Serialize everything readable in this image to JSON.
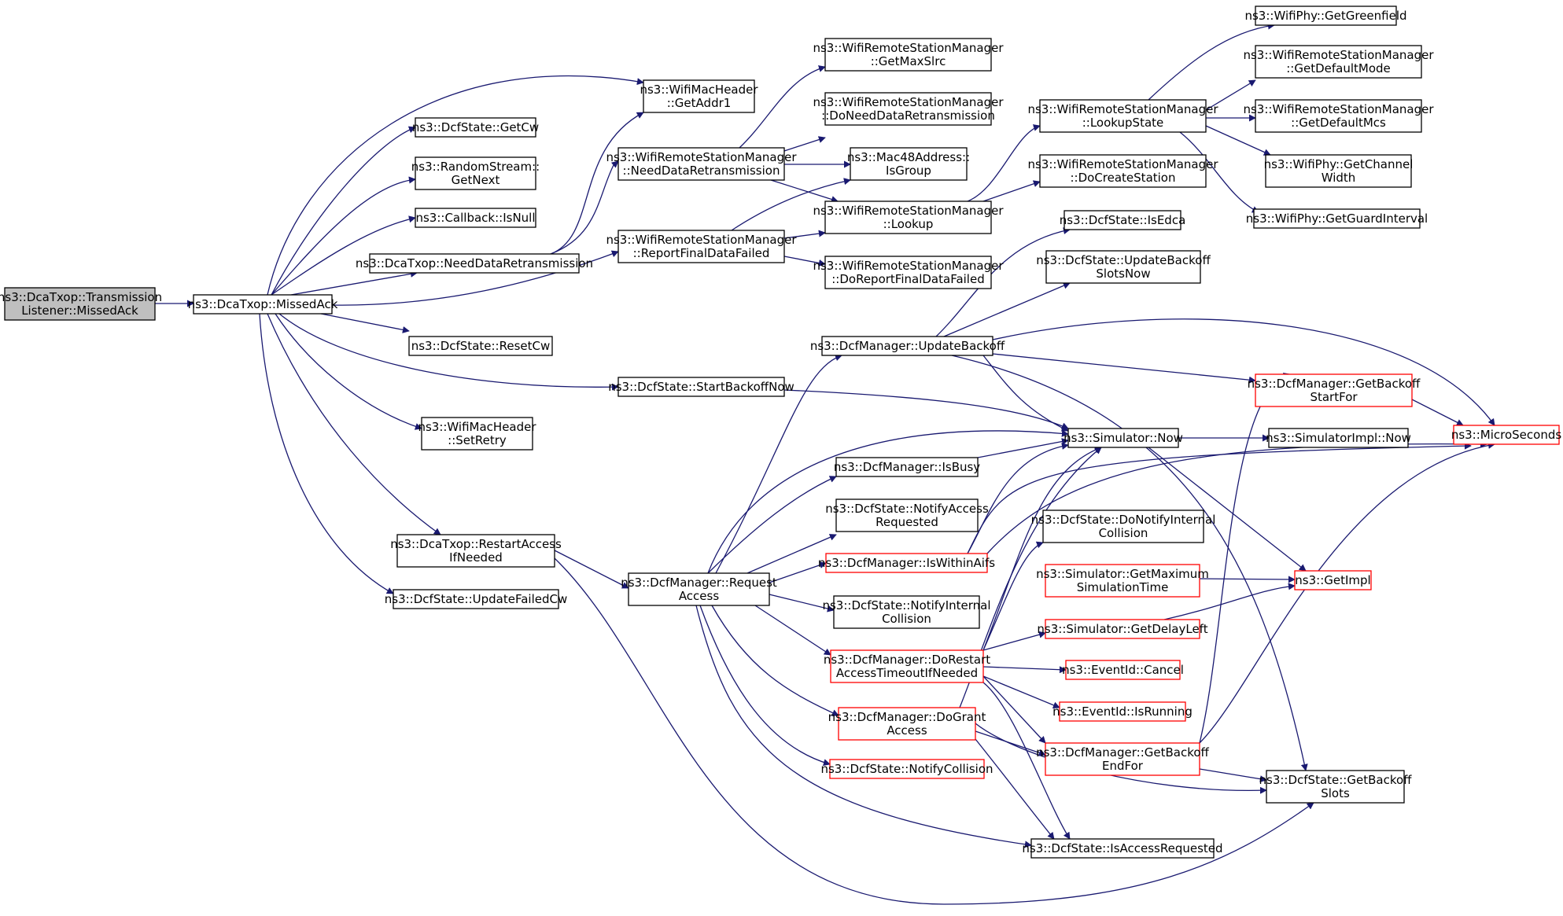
{
  "colors": {
    "edge": "#191970",
    "border_normal": "#000000",
    "border_truncated": "#ff0000",
    "fill_focus": "#bfbfbf",
    "fill_normal": "#ffffff"
  },
  "nodes": [
    {
      "id": "n0",
      "lines": [
        "ns3::DcaTxop::Transmission",
        "Listener::MissedAck"
      ],
      "style": "focus"
    },
    {
      "id": "n1",
      "lines": [
        "ns3::DcaTxop::MissedAck"
      ],
      "style": "normal"
    },
    {
      "id": "n2",
      "lines": [
        "ns3::WifiMacHeader",
        "::GetAddr1"
      ],
      "style": "normal"
    },
    {
      "id": "n3",
      "lines": [
        "ns3::DcfState::GetCw"
      ],
      "style": "normal"
    },
    {
      "id": "n4",
      "lines": [
        "ns3::RandomStream::",
        "GetNext"
      ],
      "style": "normal"
    },
    {
      "id": "n5",
      "lines": [
        "ns3::Callback::IsNull"
      ],
      "style": "normal"
    },
    {
      "id": "n6",
      "lines": [
        "ns3::DcaTxop::NeedDataRetransmission"
      ],
      "style": "normal"
    },
    {
      "id": "n7",
      "lines": [
        "ns3::DcfState::ResetCw"
      ],
      "style": "normal"
    },
    {
      "id": "n8",
      "lines": [
        "ns3::WifiMacHeader",
        "::SetRetry"
      ],
      "style": "normal"
    },
    {
      "id": "n9",
      "lines": [
        "ns3::DcaTxop::RestartAccess",
        "IfNeeded"
      ],
      "style": "normal"
    },
    {
      "id": "n10",
      "lines": [
        "ns3::DcfState::UpdateFailedCw"
      ],
      "style": "normal"
    },
    {
      "id": "n11",
      "lines": [
        "ns3::WifiRemoteStationManager",
        "::NeedDataRetransmission"
      ],
      "style": "normal"
    },
    {
      "id": "n12",
      "lines": [
        "ns3::WifiRemoteStationManager",
        "::ReportFinalDataFailed"
      ],
      "style": "normal"
    },
    {
      "id": "n13",
      "lines": [
        "ns3::DcfState::StartBackoffNow"
      ],
      "style": "normal"
    },
    {
      "id": "n14",
      "lines": [
        "ns3::WifiRemoteStationManager",
        "::GetMaxSlrc"
      ],
      "style": "normal"
    },
    {
      "id": "n15",
      "lines": [
        "ns3::WifiRemoteStationManager",
        "::DoNeedDataRetransmission"
      ],
      "style": "normal"
    },
    {
      "id": "n16",
      "lines": [
        "ns3::Mac48Address::",
        "IsGroup"
      ],
      "style": "normal"
    },
    {
      "id": "n17",
      "lines": [
        "ns3::WifiRemoteStationManager",
        "::Lookup"
      ],
      "style": "normal"
    },
    {
      "id": "n18",
      "lines": [
        "ns3::WifiRemoteStationManager",
        "::DoReportFinalDataFailed"
      ],
      "style": "normal"
    },
    {
      "id": "n19",
      "lines": [
        "ns3::WifiRemoteStationManager",
        "::LookupState"
      ],
      "style": "normal"
    },
    {
      "id": "n20",
      "lines": [
        "ns3::WifiRemoteStationManager",
        "::DoCreateStation"
      ],
      "style": "normal"
    },
    {
      "id": "n21",
      "lines": [
        "ns3::WifiPhy::GetGreenfield"
      ],
      "style": "normal"
    },
    {
      "id": "n22",
      "lines": [
        "ns3::WifiRemoteStationManager",
        "::GetDefaultMode"
      ],
      "style": "normal"
    },
    {
      "id": "n23",
      "lines": [
        "ns3::WifiRemoteStationManager",
        "::GetDefaultMcs"
      ],
      "style": "normal"
    },
    {
      "id": "n24",
      "lines": [
        "ns3::WifiPhy::GetChannel",
        "Width"
      ],
      "style": "normal"
    },
    {
      "id": "n25",
      "lines": [
        "ns3::WifiPhy::GetGuardInterval"
      ],
      "style": "normal"
    },
    {
      "id": "n26",
      "lines": [
        "ns3::DcfState::IsEdca"
      ],
      "style": "normal"
    },
    {
      "id": "n27",
      "lines": [
        "ns3::DcfState::UpdateBackoff",
        "SlotsNow"
      ],
      "style": "normal"
    },
    {
      "id": "n28",
      "lines": [
        "ns3::DcfManager::UpdateBackoff"
      ],
      "style": "normal"
    },
    {
      "id": "n29",
      "lines": [
        "ns3::DcfManager::GetBackoff",
        "StartFor"
      ],
      "style": "truncated"
    },
    {
      "id": "n30",
      "lines": [
        "ns3::MicroSeconds"
      ],
      "style": "truncated"
    },
    {
      "id": "n31",
      "lines": [
        "ns3::Simulator::Now"
      ],
      "style": "normal"
    },
    {
      "id": "n32",
      "lines": [
        "ns3::SimulatorImpl::Now"
      ],
      "style": "normal"
    },
    {
      "id": "n33",
      "lines": [
        "ns3::DcfManager::IsBusy"
      ],
      "style": "normal"
    },
    {
      "id": "n34",
      "lines": [
        "ns3::DcfState::NotifyAccess",
        "Requested"
      ],
      "style": "normal"
    },
    {
      "id": "n35",
      "lines": [
        "ns3::DcfManager::Request",
        "Access"
      ],
      "style": "normal"
    },
    {
      "id": "n36",
      "lines": [
        "ns3::DcfManager::IsWithinAifs"
      ],
      "style": "truncated"
    },
    {
      "id": "n37",
      "lines": [
        "ns3::DcfState::NotifyInternal",
        "Collision"
      ],
      "style": "normal"
    },
    {
      "id": "n38",
      "lines": [
        "ns3::DcfManager::DoRestart",
        "AccessTimeoutIfNeeded"
      ],
      "style": "truncated"
    },
    {
      "id": "n39",
      "lines": [
        "ns3::DcfManager::DoGrant",
        "Access"
      ],
      "style": "truncated"
    },
    {
      "id": "n40",
      "lines": [
        "ns3::DcfState::NotifyCollision"
      ],
      "style": "truncated"
    },
    {
      "id": "n41",
      "lines": [
        "ns3::DcfState::DoNotifyInternal",
        "Collision"
      ],
      "style": "normal"
    },
    {
      "id": "n42",
      "lines": [
        "ns3::Simulator::GetMaximum",
        "SimulationTime"
      ],
      "style": "truncated"
    },
    {
      "id": "n43",
      "lines": [
        "ns3::GetImpl"
      ],
      "style": "truncated"
    },
    {
      "id": "n44",
      "lines": [
        "ns3::Simulator::GetDelayLeft"
      ],
      "style": "truncated"
    },
    {
      "id": "n45",
      "lines": [
        "ns3::EventId::Cancel"
      ],
      "style": "truncated"
    },
    {
      "id": "n46",
      "lines": [
        "ns3::EventId::IsRunning"
      ],
      "style": "truncated"
    },
    {
      "id": "n47",
      "lines": [
        "ns3::DcfManager::GetBackoff",
        "EndFor"
      ],
      "style": "truncated"
    },
    {
      "id": "n48",
      "lines": [
        "ns3::DcfState::GetBackoff",
        "Slots"
      ],
      "style": "normal"
    },
    {
      "id": "n49",
      "lines": [
        "ns3::DcfState::IsAccessRequested"
      ],
      "style": "normal"
    }
  ]
}
